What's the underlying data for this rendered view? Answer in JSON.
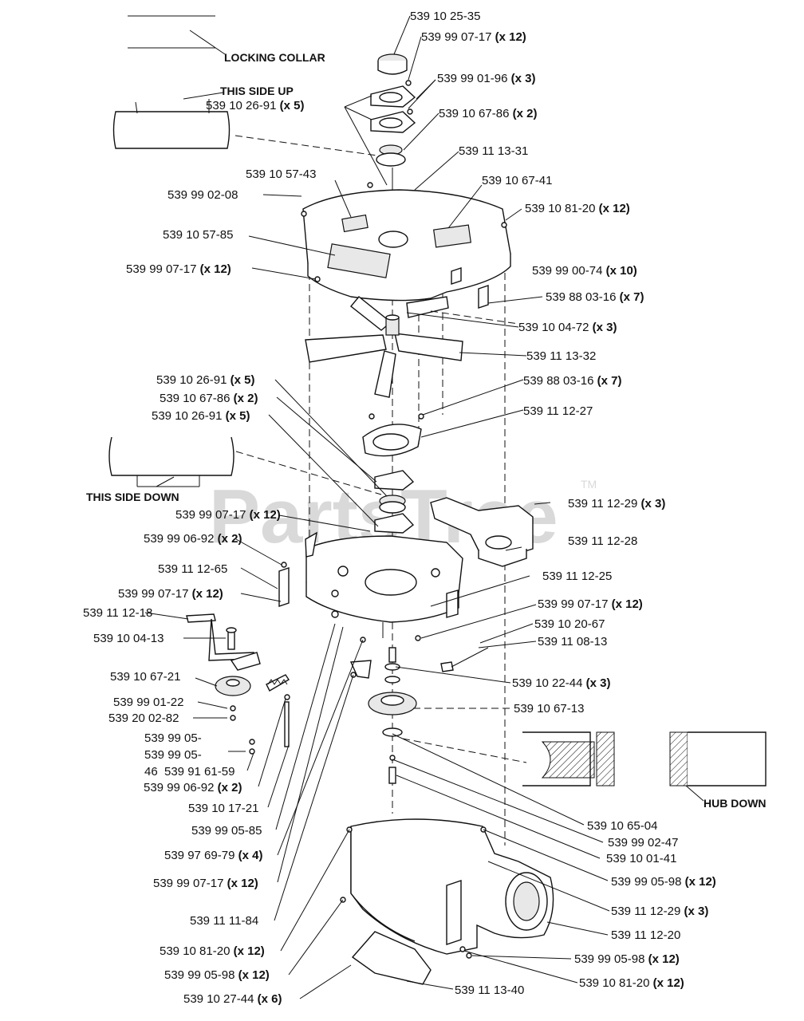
{
  "watermark": {
    "text": "PartsTree",
    "trademark": "TM"
  },
  "notes": {
    "locking_collar": "LOCKING COLLAR",
    "this_side_up": "THIS SIDE UP",
    "this_side_down": "THIS SIDE DOWN",
    "hub_down": "HUB DOWN"
  },
  "callouts": [
    {
      "part": "539 10 25-35",
      "qty": ""
    },
    {
      "part": "539 99 07-17",
      "qty": "(x 12)"
    },
    {
      "part": "539 99 01-96",
      "qty": "(x 3)"
    },
    {
      "part": "539 10 26-91",
      "qty": "(x 5)"
    },
    {
      "part": "539 10 67-86",
      "qty": "(x 2)"
    },
    {
      "part": "539 11 13-31",
      "qty": ""
    },
    {
      "part": "539 10 57-43",
      "qty": ""
    },
    {
      "part": "539 10 67-41",
      "qty": ""
    },
    {
      "part": "539 99 02-08",
      "qty": ""
    },
    {
      "part": "539 10 81-20",
      "qty": "(x 12)"
    },
    {
      "part": "539 10 57-85",
      "qty": ""
    },
    {
      "part": "539 99 07-17",
      "qty": "(x 12)"
    },
    {
      "part": "539 99 00-74",
      "qty": "(x 10)"
    },
    {
      "part": "539 88 03-16",
      "qty": "(x 7)"
    },
    {
      "part": "539 10 04-72",
      "qty": "(x 3)"
    },
    {
      "part": "539 11 13-32",
      "qty": ""
    },
    {
      "part": "539 10 26-91",
      "qty": "(x 5)"
    },
    {
      "part": "539 88 03-16",
      "qty": "(x 7)"
    },
    {
      "part": "539 10 67-86",
      "qty": "(x 2)"
    },
    {
      "part": "539 11 12-27",
      "qty": ""
    },
    {
      "part": "539 10 26-91",
      "qty": "(x 5)"
    },
    {
      "part": "539 11 12-29",
      "qty": "(x 3)"
    },
    {
      "part": "539 99 07-17",
      "qty": "(x 12)"
    },
    {
      "part": "539 99 06-92",
      "qty": "(x 2)"
    },
    {
      "part": "539 11 12-28",
      "qty": ""
    },
    {
      "part": "539 11 12-65",
      "qty": ""
    },
    {
      "part": "539 11 12-25",
      "qty": ""
    },
    {
      "part": "539 99 07-17",
      "qty": "(x 12)"
    },
    {
      "part": "539 99 07-17",
      "qty": "(x 12)"
    },
    {
      "part": "539 10 20-67",
      "qty": ""
    },
    {
      "part": "539 11 12-18",
      "qty": ""
    },
    {
      "part": "539 11 08-13",
      "qty": ""
    },
    {
      "part": "539 10 04-13",
      "qty": ""
    },
    {
      "part": "539 10 67-21",
      "qty": ""
    },
    {
      "part": "539 10 22-44",
      "qty": "(x 3)"
    },
    {
      "part": "539 99 01-22",
      "qty": ""
    },
    {
      "part": "539 10 67-13",
      "qty": ""
    },
    {
      "part": "539 20 02-82",
      "qty": ""
    },
    {
      "part": "539 99 05-",
      "qty": ""
    },
    {
      "part": "539 99 05-",
      "qty": ""
    },
    {
      "part": "46",
      "qty": ""
    },
    {
      "part": "539 91 61-59",
      "qty": ""
    },
    {
      "part": "539 99 06-92",
      "qty": "(x 2)"
    },
    {
      "part": "539 10 17-21",
      "qty": ""
    },
    {
      "part": "539 10 65-04",
      "qty": ""
    },
    {
      "part": "539 99 05-85",
      "qty": ""
    },
    {
      "part": "539 99 02-47",
      "qty": ""
    },
    {
      "part": "539 97 69-79",
      "qty": "(x 4)"
    },
    {
      "part": "539 10 01-41",
      "qty": ""
    },
    {
      "part": "539 99 05-98",
      "qty": "(x 12)"
    },
    {
      "part": "539 99 07-17",
      "qty": "(x 12)"
    },
    {
      "part": "539 11 12-29",
      "qty": "(x 3)"
    },
    {
      "part": "539 11 11-84",
      "qty": ""
    },
    {
      "part": "539 11 12-20",
      "qty": ""
    },
    {
      "part": "539 10 81-20",
      "qty": "(x 12)"
    },
    {
      "part": "539 99 05-98",
      "qty": "(x 12)"
    },
    {
      "part": "539 99 05-98",
      "qty": "(x 12)"
    },
    {
      "part": "539 10 81-20",
      "qty": "(x 12)"
    },
    {
      "part": "539 11 13-40",
      "qty": ""
    },
    {
      "part": "539 10 27-44",
      "qty": "(x 6)"
    }
  ]
}
